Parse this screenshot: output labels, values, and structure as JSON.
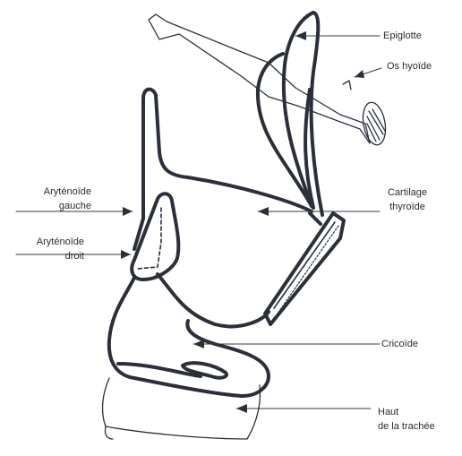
{
  "labels": {
    "epiglotte": "Epiglotte",
    "os_hyoide": "Os hyoïde",
    "arytenoide_gauche": [
      "Aryténoïde",
      "gauche"
    ],
    "arytenoide_droit": [
      "Aryténoïde",
      "droit"
    ],
    "cartilage_thyroide": [
      "Cartilage",
      "thyroïde"
    ],
    "cricoide": "Cricoïde",
    "haut_trachee": [
      "Haut",
      "de la trachée"
    ]
  },
  "colors": {
    "ink": "#2a2f3a",
    "text": "#2a2a2a",
    "background": "#ffffff"
  }
}
